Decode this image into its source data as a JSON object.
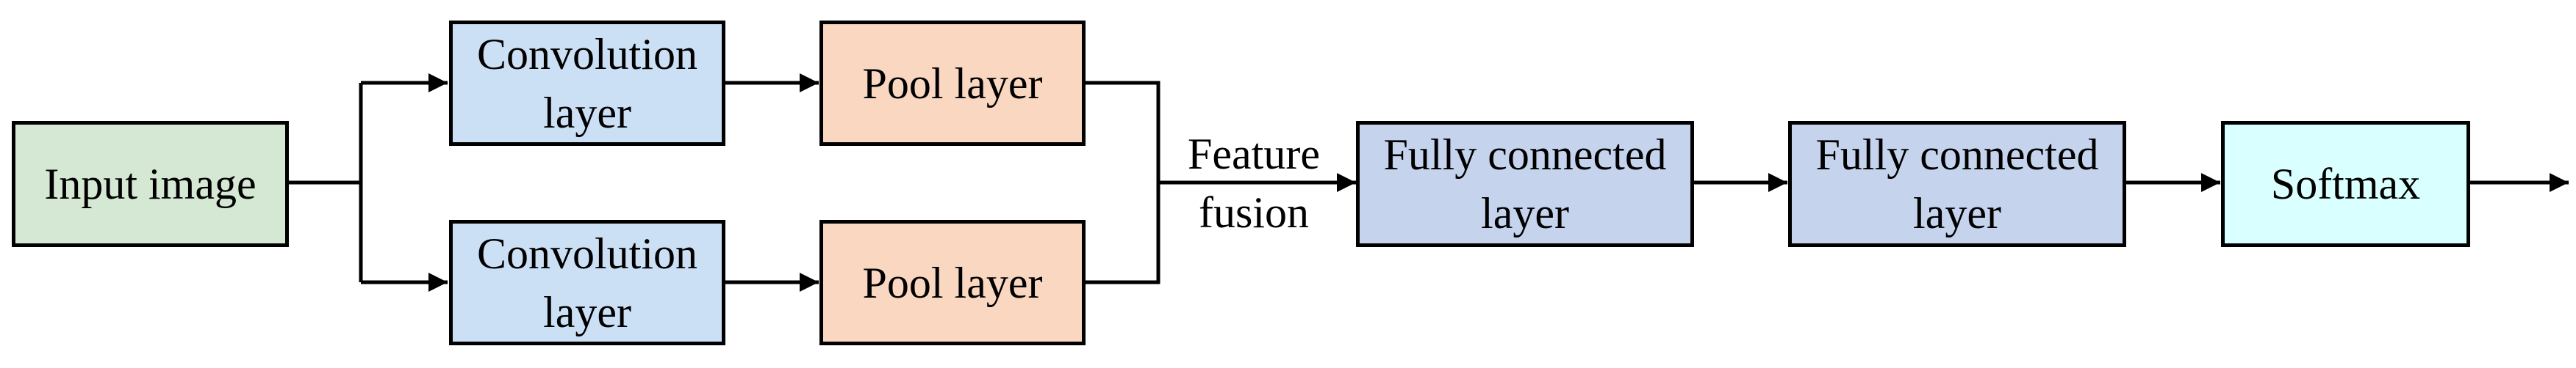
{
  "colors": {
    "input": "#d5e8d4",
    "conv": "#cce0f5",
    "pool": "#fad7c0",
    "fc": "#c5d3ed",
    "softmax": "#d9ffff",
    "stroke": "#000000"
  },
  "nodes": {
    "input": "Input image",
    "conv1": "Convolution\nlayer",
    "conv2": "Convolution\nlayer",
    "pool1": "Pool layer",
    "pool2": "Pool layer",
    "fc1": "Fully connected\nlayer",
    "fc2": "Fully connected\nlayer",
    "softmax": "Softmax"
  },
  "labels": {
    "fusion": "Feature\nfusion"
  }
}
